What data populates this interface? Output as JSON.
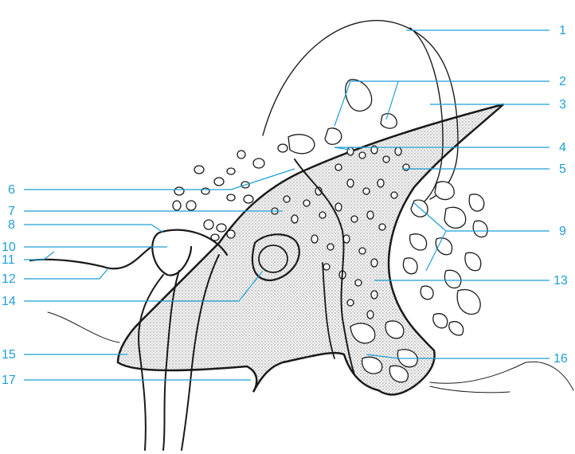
{
  "figure": {
    "labels": [
      "1",
      "2",
      "3",
      "4",
      "5",
      "6",
      "7",
      "8",
      "9",
      "10",
      "11",
      "12",
      "13",
      "14",
      "15",
      "16",
      "17"
    ],
    "colors": {
      "label": "#1d9fd6",
      "ink": "#1a1a1a",
      "stipple": "#9a9a9a",
      "background": "#ffffff"
    }
  }
}
